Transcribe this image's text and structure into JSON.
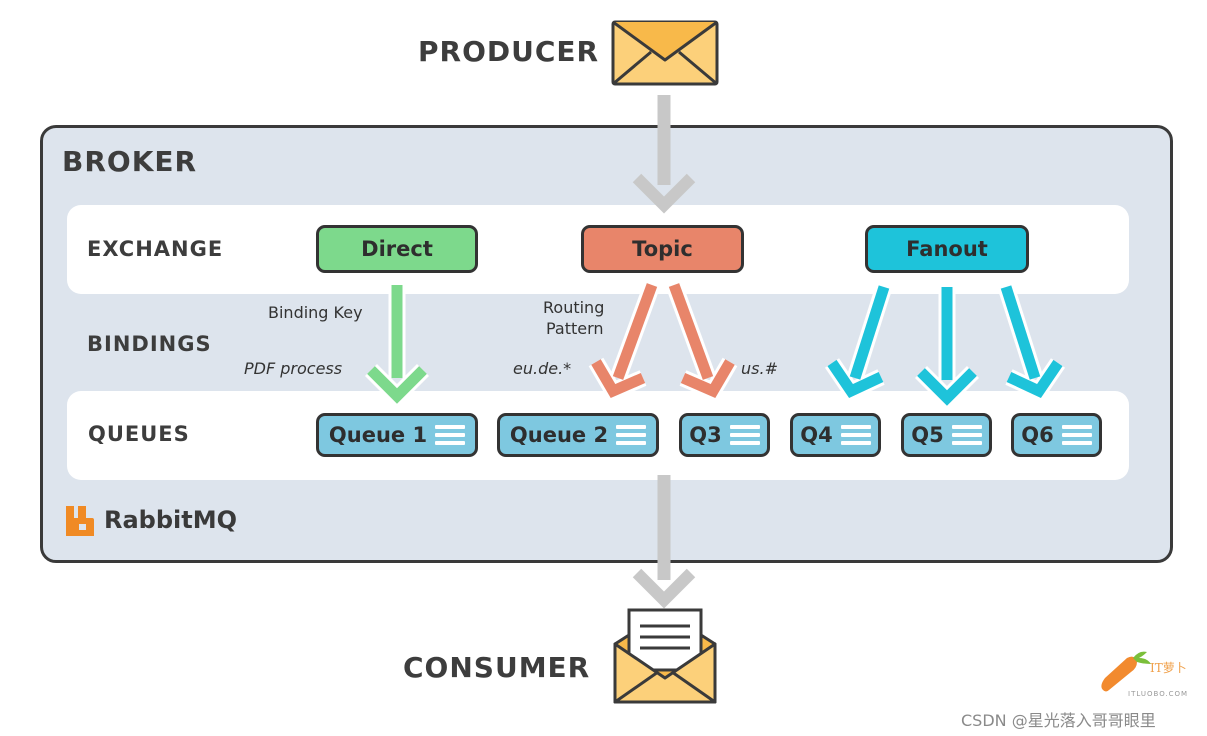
{
  "producer_label": "PRODUCER",
  "consumer_label": "CONSUMER",
  "broker_label": "BROKER",
  "rows": {
    "exchange": "EXCHANGE",
    "bindings": "BINDINGS",
    "queues": "QUEUES"
  },
  "exchanges": [
    {
      "label": "Direct",
      "color": "#7dd98c"
    },
    {
      "label": "Topic",
      "color": "#e8856a"
    },
    {
      "label": "Fanout",
      "color": "#1ec3da"
    }
  ],
  "binding_notes": {
    "binding_key": "Binding Key",
    "pdf_process": "PDF process",
    "routing_line1": "Routing",
    "routing_line2": "Pattern",
    "eu_de": "eu.de.*",
    "us_hash": "us.#"
  },
  "queues": [
    "Queue 1",
    "Queue 2",
    "Q3",
    "Q4",
    "Q5",
    "Q6"
  ],
  "logo_text": "RabbitMQ",
  "watermark": "CSDN @星光落入哥哥眼里",
  "corner_logo_text": "IT萝卜",
  "corner_logo_sub": "ITLUOBO.COM",
  "colors": {
    "queue": "#7ec8e0",
    "flow_arrow": "#c8c8c8",
    "envelope": "#fcd07a",
    "broker_bg": "#dde4ed"
  }
}
